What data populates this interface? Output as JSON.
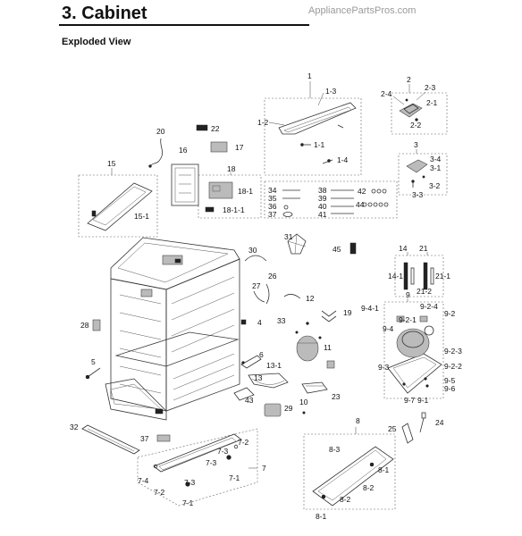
{
  "header": {
    "title": "3. Cabinet",
    "watermark": "AppliancePartsPros.com",
    "subtitle": "Exploded View"
  },
  "labels": {
    "p1": "1",
    "p1_3": "1-3",
    "p1_2": "1-2",
    "p1_1": "1-1",
    "p1_4": "1-4",
    "p2": "2",
    "p2_4": "2-4",
    "p2_3": "2-3",
    "p2_1": "2-1",
    "p2_2": "2-2",
    "p3": "3",
    "p3_4": "3-4",
    "p3_1": "3-1",
    "p3_2": "3-2",
    "p3_3": "3-3",
    "p4": "4",
    "p5": "5",
    "p6": "6",
    "p7": "7",
    "p7_1": "7-1",
    "p7_2": "7-2",
    "p7_2b": "7-2",
    "p7_3": "7-3",
    "p7_3b": "7-3",
    "p7_4": "7-4",
    "p7_1b": "7-1",
    "p8": "8",
    "p8_1": "8-1",
    "p8_1b": "8-1",
    "p8_2": "8-2",
    "p8_2b": "8-2",
    "p8_3": "8-3",
    "p9": "9",
    "p9_2": "9-2",
    "p9_2_1": "9-2-1",
    "p9_2_2": "9-2-2",
    "p9_2_3": "9-2-3",
    "p9_2_4": "9-2-4",
    "p9_3": "9-3",
    "p9_4": "9-4",
    "p9_4_1": "9-4-1",
    "p9_5": "9-5",
    "p9_6": "9-6",
    "p9_7": "9-7",
    "p9_1": "9-1",
    "p10": "10",
    "p11": "11",
    "p12": "12",
    "p13_1": "13-1",
    "p13": "13",
    "p14": "14",
    "p14_1": "14-1",
    "p15": "15",
    "p15_1": "15-1",
    "p16": "16",
    "p17": "17",
    "p18": "18",
    "p18_1": "18-1",
    "p18_1_1": "18-1-1",
    "p19": "19",
    "p20": "20",
    "p21": "21",
    "p21_1": "21-1",
    "p21_2": "21-2",
    "p22": "22",
    "p23": "23",
    "p24": "24",
    "p25": "25",
    "p26": "26",
    "p27": "27",
    "p28": "28",
    "p29": "29",
    "p30": "30",
    "p31": "31",
    "p32": "32",
    "p33": "33",
    "p34": "34",
    "p35": "35",
    "p36": "36",
    "p37": "37",
    "p37b": "37",
    "p38": "38",
    "p39": "39",
    "p40": "40",
    "p41": "41",
    "p42": "42",
    "p43": "43",
    "p44": "44",
    "p45": "45"
  }
}
